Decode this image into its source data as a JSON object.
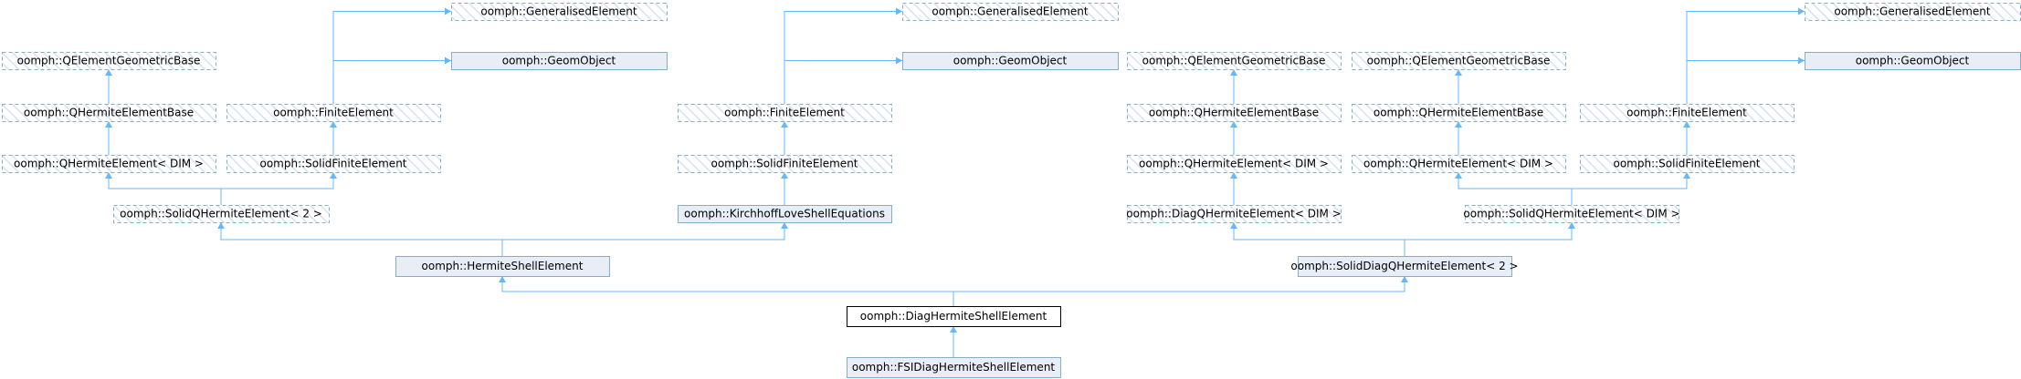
{
  "colors": {
    "edge": "#63B8FF",
    "node_border": "#84B0C7",
    "node_fill": "#E8EDF6",
    "current_border": "#000000",
    "current_fill": "#FFFFFF",
    "dashed_border": "#84B0C7",
    "hatch": "#D7E2F0"
  },
  "nodes": [
    {
      "id": "ge1",
      "label": "oomph::GeneralisedElement",
      "style": "dashed"
    },
    {
      "id": "ge2",
      "label": "oomph::GeneralisedElement",
      "style": "dashed"
    },
    {
      "id": "ge3",
      "label": "oomph::GeneralisedElement",
      "style": "dashed"
    },
    {
      "id": "qegb1",
      "label": "oomph::QElementGeometricBase",
      "style": "dashed"
    },
    {
      "id": "go1",
      "label": "oomph::GeomObject",
      "style": "solid"
    },
    {
      "id": "go2",
      "label": "oomph::GeomObject",
      "style": "solid"
    },
    {
      "id": "qegb2",
      "label": "oomph::QElementGeometricBase",
      "style": "dashed"
    },
    {
      "id": "qegb3",
      "label": "oomph::QElementGeometricBase",
      "style": "dashed"
    },
    {
      "id": "go3",
      "label": "oomph::GeomObject",
      "style": "solid"
    },
    {
      "id": "qheb1",
      "label": "oomph::QHermiteElementBase",
      "style": "dashed"
    },
    {
      "id": "fe1",
      "label": "oomph::FiniteElement",
      "style": "dashed"
    },
    {
      "id": "fe2",
      "label": "oomph::FiniteElement",
      "style": "dashed"
    },
    {
      "id": "qheb2",
      "label": "oomph::QHermiteElementBase",
      "style": "dashed"
    },
    {
      "id": "qheb3",
      "label": "oomph::QHermiteElementBase",
      "style": "dashed"
    },
    {
      "id": "fe3",
      "label": "oomph::FiniteElement",
      "style": "dashed"
    },
    {
      "id": "qhe1",
      "label": "oomph::QHermiteElement< DIM >",
      "style": "dashed"
    },
    {
      "id": "sfe1",
      "label": "oomph::SolidFiniteElement",
      "style": "dashed"
    },
    {
      "id": "sfe2",
      "label": "oomph::SolidFiniteElement",
      "style": "dashed"
    },
    {
      "id": "qhe2",
      "label": "oomph::QHermiteElement< DIM >",
      "style": "dashed"
    },
    {
      "id": "qhe3",
      "label": "oomph::QHermiteElement< DIM >",
      "style": "dashed"
    },
    {
      "id": "sfe3",
      "label": "oomph::SolidFiniteElement",
      "style": "dashed"
    },
    {
      "id": "sqhe2",
      "label": "oomph::SolidQHermiteElement< 2 >",
      "style": "dashed"
    },
    {
      "id": "klse",
      "label": "oomph::KirchhoffLoveShellEquations",
      "style": "solid"
    },
    {
      "id": "dqhe",
      "label": "oomph::DiagQHermiteElement< DIM >",
      "style": "dashed"
    },
    {
      "id": "sqhed",
      "label": "oomph::SolidQHermiteElement< DIM >",
      "style": "dashed"
    },
    {
      "id": "hse",
      "label": "oomph::HermiteShellElement",
      "style": "solid"
    },
    {
      "id": "sdqhe2",
      "label": "oomph::SolidDiagQHermiteElement< 2 >",
      "style": "solid"
    },
    {
      "id": "dhse",
      "label": "oomph::DiagHermiteShellElement",
      "style": "current"
    },
    {
      "id": "fsidhse",
      "label": "oomph::FSIDiagHermiteShellElement",
      "style": "solid"
    }
  ]
}
